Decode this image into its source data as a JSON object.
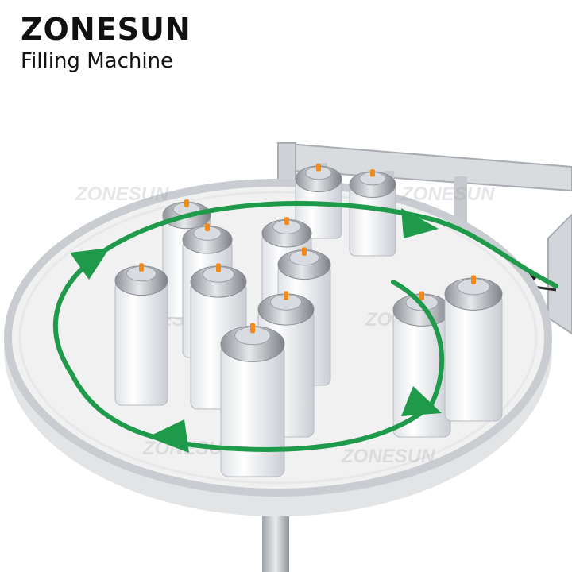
{
  "brand": {
    "name": "ZONESUN",
    "subtitle": "Filling Machine"
  },
  "watermark": "ZONESUN",
  "colors": {
    "arrow": "#1e9a4a",
    "table": "#f1f1f1",
    "rim": "#c9ccd0",
    "can": "#f4f5f7",
    "cap": "#b9bcc1",
    "nozzle": "#f28a1a"
  }
}
